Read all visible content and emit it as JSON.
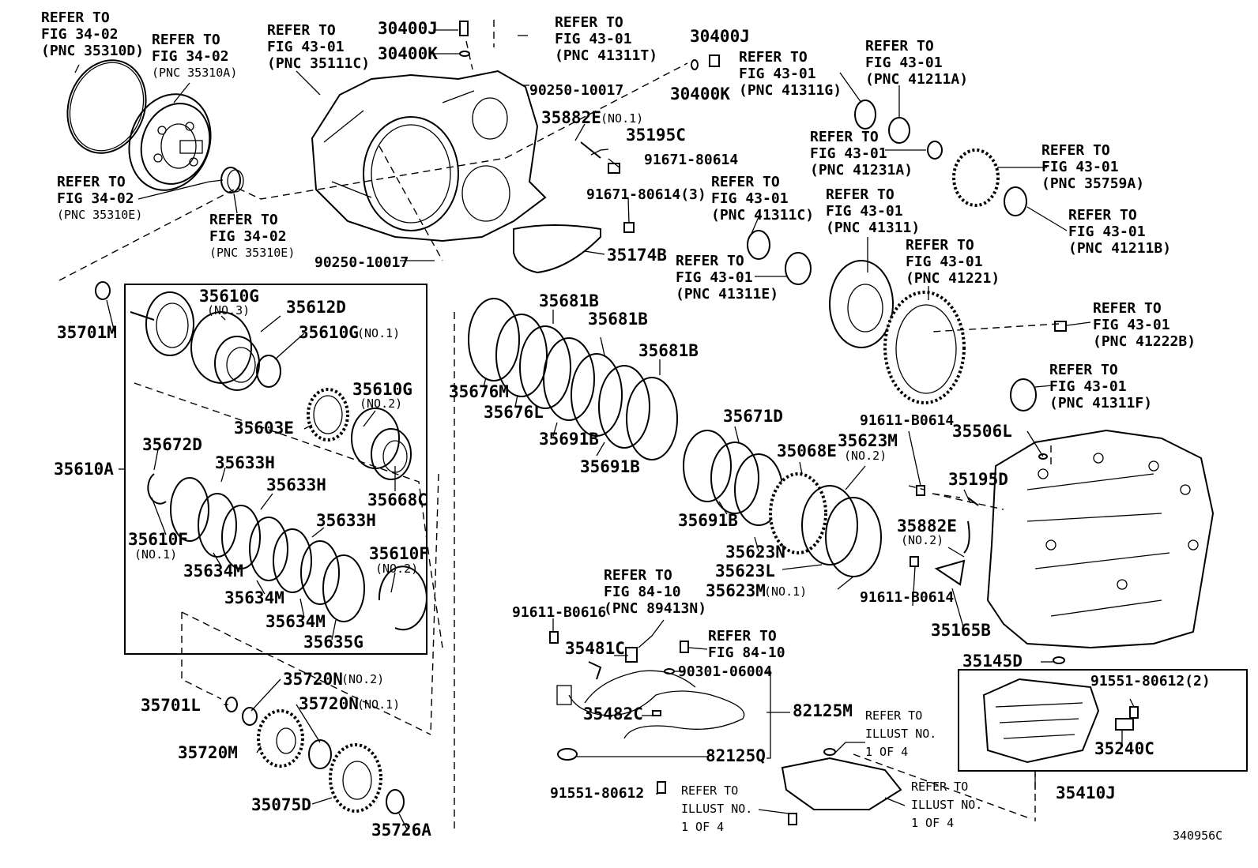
{
  "diagram_id": "340956C",
  "refs": {
    "r1": [
      "REFER TO",
      "FIG 34-02",
      "(PNC 35310D)"
    ],
    "r2": [
      "REFER TO",
      "FIG 34-02",
      "(PNC 35310A)"
    ],
    "r3": [
      "REFER TO",
      "FIG 34-02",
      "(PNC 35310E)"
    ],
    "r4": [
      "REFER TO",
      "FIG 34-02",
      "(PNC 35310E)"
    ],
    "r5": [
      "REFER TO",
      "FIG 43-01",
      "(PNC 35111C)"
    ],
    "r6": [
      "REFER TO",
      "FIG 43-01",
      "(PNC 41311T)"
    ],
    "r7": [
      "REFER TO",
      "FIG 43-01",
      "(PNC 41311G)"
    ],
    "r8": [
      "REFER TO",
      "FIG 43-01",
      "(PNC 41211A)"
    ],
    "r9": [
      "REFER TO",
      "FIG 43-01",
      "(PNC 41231A)"
    ],
    "r10": [
      "REFER TO",
      "FIG 43-01",
      "(PNC 35759A)"
    ],
    "r11": [
      "REFER TO",
      "FIG 43-01",
      "(PNC 41211B)"
    ],
    "r12": [
      "REFER TO",
      "FIG 43-01",
      "(PNC 41311C)"
    ],
    "r13": [
      "REFER TO",
      "FIG 43-01",
      "(PNC 41311)"
    ],
    "r14": [
      "REFER TO",
      "FIG 43-01",
      "(PNC 41311E)"
    ],
    "r15": [
      "REFER TO",
      "FIG 43-01",
      "(PNC 41221)"
    ],
    "r16": [
      "REFER TO",
      "FIG 43-01",
      "(PNC 41222B)"
    ],
    "r17": [
      "REFER TO",
      "FIG 43-01",
      "(PNC 41311F)"
    ],
    "r18": [
      "REFER TO",
      "FIG 84-10",
      "(PNC 89413N)"
    ],
    "r19": [
      "REFER TO",
      "FIG 84-10"
    ],
    "r20": [
      "REFER TO",
      "ILLUST NO.",
      "1 OF 4"
    ],
    "r21": [
      "REFER TO",
      "ILLUST NO.",
      "1 OF 4"
    ],
    "r22": [
      "REFER TO",
      "ILLUST NO.",
      "1 OF 4"
    ]
  },
  "parts": {
    "p30400J_a": "30400J",
    "p30400K_a": "30400K",
    "p30400J_b": "30400J",
    "p30400K_b": "30400K",
    "p90250_a": "90250-10017",
    "p90250_b": "90250-10017",
    "p35882E_1": "35882E",
    "p35882E_1n": "(NO.1)",
    "p35195C": "35195C",
    "p91671_a": "91671-80614",
    "p91671_b": "91671-80614(3)",
    "p35174B": "35174B",
    "p35701M": "35701M",
    "p35610G_3": "35610G",
    "p35610G_3n": "(NO.3)",
    "p35612D": "35612D",
    "p35610G_1": "35610G",
    "p35610G_1n": "(NO.1)",
    "p35610G_2": "35610G",
    "p35610G_2n": "(NO.2)",
    "p35603E": "35603E",
    "p35610A": "35610A",
    "p35672D": "35672D",
    "p35633H_a": "35633H",
    "p35633H_b": "35633H",
    "p35633H_c": "35633H",
    "p35668C": "35668C",
    "p35610F_1": "35610F",
    "p35610F_1n": "(NO.1)",
    "p35610F_2": "35610F",
    "p35610F_2n": "(NO.2)",
    "p35634M_a": "35634M",
    "p35634M_b": "35634M",
    "p35634M_c": "35634M",
    "p35635G": "35635G",
    "p35681B_a": "35681B",
    "p35681B_b": "35681B",
    "p35681B_c": "35681B",
    "p35676M": "35676M",
    "p35676L": "35676L",
    "p35691B_a": "35691B",
    "p35691B_b": "35691B",
    "p35691B_c": "35691B",
    "p35671D": "35671D",
    "p35068E": "35068E",
    "p35623M_2": "35623M",
    "p35623M_2n": "(NO.2)",
    "p35623N": "35623N",
    "p35623L": "35623L",
    "p35623M_1": "35623M",
    "p35623M_1n": "(NO.1)",
    "p91611_a": "91611-B0614",
    "p91611_b": "91611-B0614",
    "p91611_c": "91611-B0616",
    "p35506L": "35506L",
    "p35195D": "35195D",
    "p35882E_2": "35882E",
    "p35882E_2n": "(NO.2)",
    "p35165B": "35165B",
    "p35145D": "35145D",
    "p91551_a": "91551-80612(2)",
    "p91551_b": "91551-80612",
    "p35240C": "35240C",
    "p35410J": "35410J",
    "p35481C": "35481C",
    "p90301": "90301-06004",
    "p82125M": "82125M",
    "p35482C": "35482C",
    "p82125Q": "82125Q",
    "p35701L": "35701L",
    "p35720N_2": "35720N",
    "p35720N_2n": "(NO.2)",
    "p35720N_1": "35720N",
    "p35720N_1n": "(NO.1)",
    "p35720M": "35720M",
    "p35075D": "35075D",
    "p35726A": "35726A"
  }
}
